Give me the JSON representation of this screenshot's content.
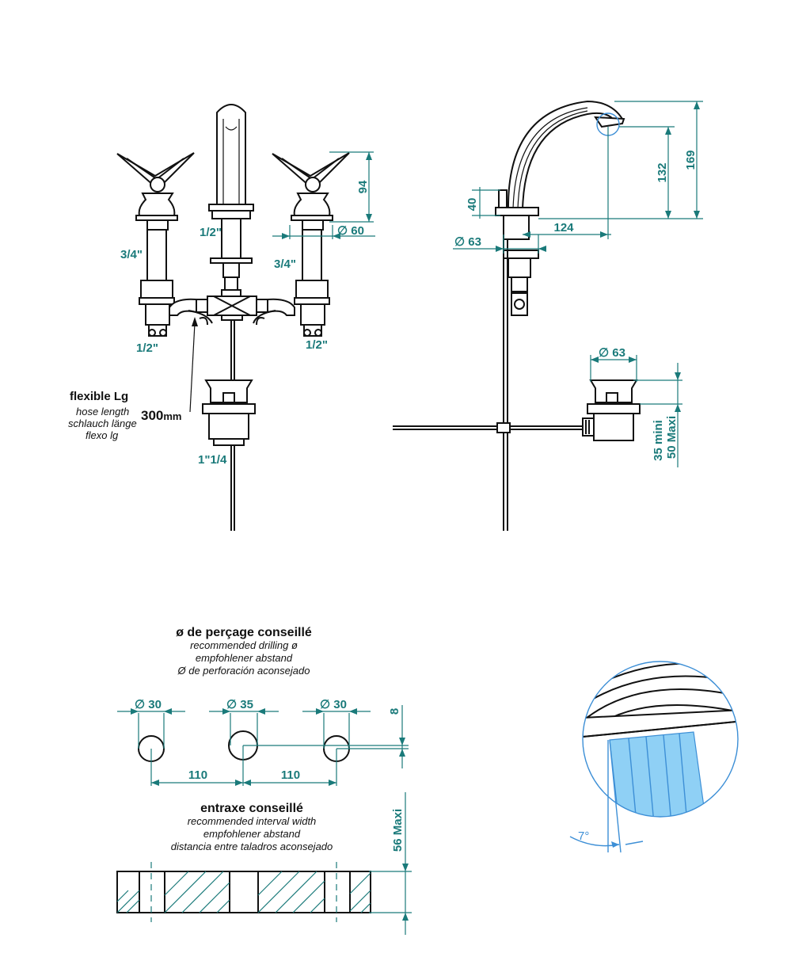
{
  "front_view": {
    "dim_94": "94",
    "dim_60": "∅ 60",
    "label_half_inch_spout": "1/2\"",
    "label_three_quarter_left": "3/4\"",
    "label_three_quarter_right": "3/4\"",
    "label_half_inch_left": "1/2\"",
    "label_half_inch_right": "1/2\"",
    "label_waste": "1\"1/4",
    "hose_title": "flexible Lg",
    "hose_en": "hose length",
    "hose_de": "schlauch länge",
    "hose_es": "flexo lg",
    "hose_value": "300",
    "hose_unit": "mm"
  },
  "side_view": {
    "dim_169": "169",
    "dim_132": "132",
    "dim_124": "124",
    "dim_40": "40",
    "dim_63_top": "∅ 63",
    "dim_63_waste": "∅ 63",
    "dim_35_mini": "35 mini",
    "dim_50_maxi": "50 Maxi"
  },
  "drilling": {
    "title": "ø de perçage conseillé",
    "sub_en": "recommended drilling ø",
    "sub_de": "empfohlener abstand",
    "sub_es": "Ø de perforación aconsejado",
    "dia_left": "∅ 30",
    "dia_center": "∅ 35",
    "dia_right": "∅ 30",
    "offset": "8",
    "spacing_left": "110",
    "spacing_right": "110"
  },
  "interval": {
    "title": "entraxe conseillé",
    "sub_en": "recommended interval width",
    "sub_de": "empfohlener abstand",
    "sub_es": "distancia entre taladros aconsejado",
    "max_thickness": "56 Maxi"
  },
  "detail": {
    "angle": "7°"
  },
  "colors": {
    "dimension": "#1a7a7a",
    "detail": "#3d8fd6",
    "detail_fill": "#8fd0f5",
    "line": "#111111"
  }
}
